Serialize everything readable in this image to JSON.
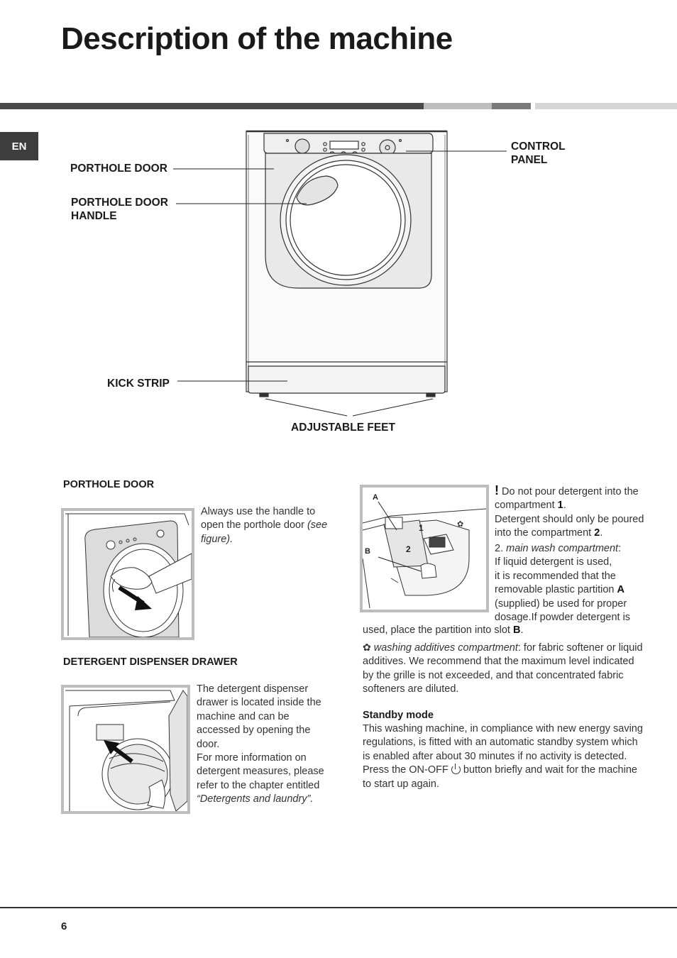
{
  "page": {
    "title": "Description of the machine",
    "language_tab": "EN",
    "page_number": "6"
  },
  "diagram": {
    "callouts": {
      "porthole_door": "PORTHOLE DOOR",
      "porthole_door_handle_1": "PORTHOLE DOOR",
      "porthole_door_handle_2": "HANDLE",
      "control_panel_1": "CONTROL",
      "control_panel_2": "PANEL",
      "kick_strip": "KICK STRIP",
      "adjustable_feet": "ADJUSTABLE FEET"
    }
  },
  "porthole_section": {
    "heading": "PORTHOLE DOOR",
    "text_1": "Always use the handle to open the porthole door ",
    "text_em": "(see figure)."
  },
  "drawer_section": {
    "heading": "DETERGENT DISPENSER DRAWER",
    "text_1": "The detergent dispenser drawer is located inside the machine and can be accessed by opening the door.",
    "text_2": "For more information on detergent measures, please refer to the chapter entitled ",
    "text_em": "“Detergents and laundry”."
  },
  "dispenser_section": {
    "figure_labels": {
      "a": "A",
      "b": "B",
      "one": "1",
      "two": "2"
    },
    "warn_mark": "!",
    "warn_1": " Do not pour detergent into the compartment ",
    "warn_1b": "1",
    "warn_1c": ".",
    "warn_2": "Detergent should only be poured into the compartment ",
    "warn_2b": "2",
    "warn_2c": ".",
    "main_num": "2. ",
    "main_em": "main wash compartment",
    "main_1": ": If liquid detergent is used, it is recommended that the removable plastic partition ",
    "main_A": "A",
    "main_2": " (supplied) be used for proper dosage.If powder detergent is used, place the partition into slot ",
    "main_B": "B",
    "main_3": ".",
    "additive_em": "washing additives compartment",
    "additive_text": ": for fabric softener or liquid additives. We recommend that the maximum level indicated by the grille is not exceeded, and that concentrated fabric softeners are diluted.",
    "standby_heading": "Standby mode",
    "standby_1": "This washing machine, in compliance with new energy saving regulations, is fitted with an automatic standby system which is enabled after about 30 minutes if no activity is detected. Press the ON-OFF ",
    "standby_2": " button briefly and wait for the machine to start up again."
  }
}
